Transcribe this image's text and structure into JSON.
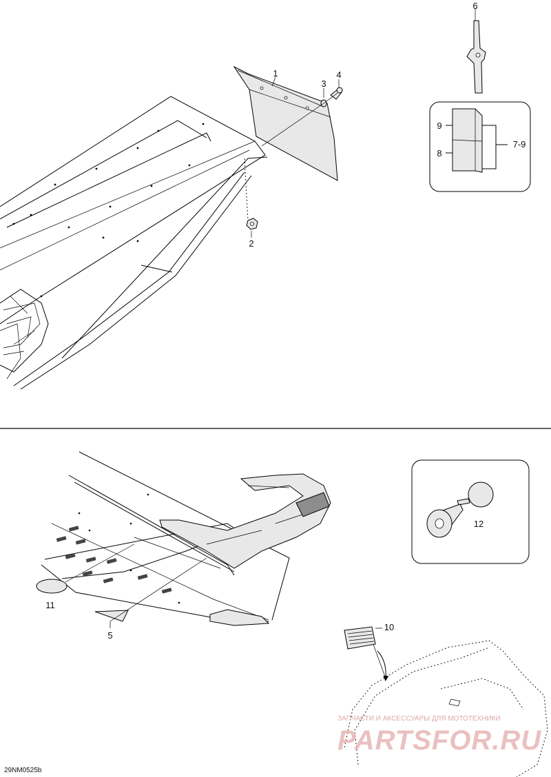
{
  "callouts": {
    "c1": "1",
    "c2": "2",
    "c3": "3",
    "c4": "4",
    "c5": "5",
    "c6": "6",
    "c7_9": "7-9",
    "c8": "8",
    "c9": "9",
    "c10": "10",
    "c11": "11",
    "c12": "12"
  },
  "drawing_code": "29NM0525b",
  "watermark": {
    "top_line": "ЗАПЧАСТИ И АКСЕССУАРЫ ДЛЯ МОТОТЕХНИКИ",
    "logo": "PARTSFOR.RU"
  },
  "colors": {
    "line": "#000000",
    "part_fill": "#e8e8e8",
    "part_dark": "#8d8d8d",
    "watermark": "#e7b6b6"
  }
}
